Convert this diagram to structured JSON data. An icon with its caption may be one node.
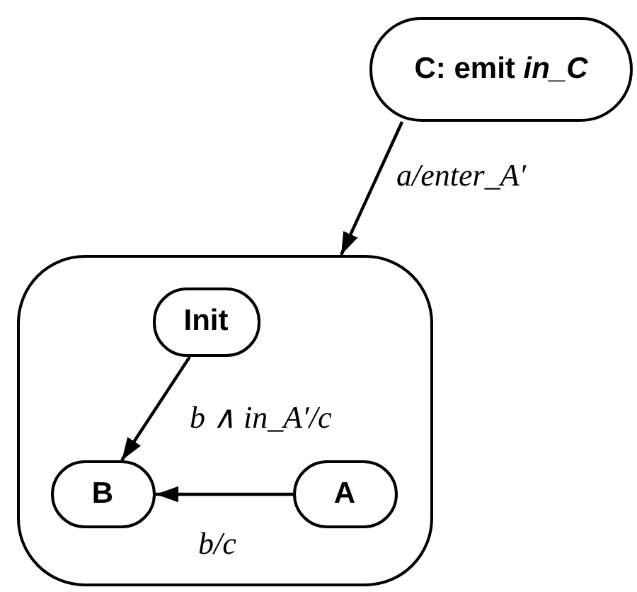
{
  "diagram": {
    "nodes": [
      {
        "text": [
          "**C: emit** *in_C*"
        ]
      },
      {
        "text": [],
        "shape": "box"
      },
      {
        "text": [
          "Init"
        ],
        "in": 1
      },
      {
        "text": [
          "B"
        ],
        "in": 1
      },
      {
        "text": [
          "A"
        ],
        "in": 1
      }
    ],
    "edges": [
      {
        "from": 0,
        "to": 1,
        "arrow": "to",
        "label": "a/enter_A′"
      },
      {
        "from": 2,
        "to": 3,
        "arrow": "to",
        "label": "b ∧ in_A′/c"
      },
      {
        "from": 4,
        "to": 3,
        "arrow": "to",
        "label": "b/c"
      }
    ]
  }
}
